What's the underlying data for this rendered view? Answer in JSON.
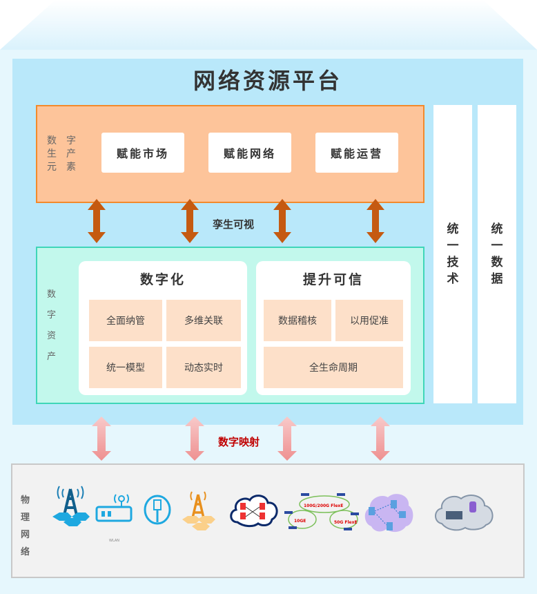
{
  "title": "网络资源平台",
  "elements": {
    "label_col1": [
      "数",
      "生",
      "元"
    ],
    "label_col2": [
      "字",
      "产",
      "素"
    ],
    "buttons": [
      "赋能市场",
      "赋能网络",
      "赋能运营"
    ]
  },
  "twin_label": "孪生可视",
  "assets": {
    "label": [
      "数",
      "字",
      "资",
      "产"
    ],
    "digitize": {
      "title": "数字化",
      "items": [
        "全面纳管",
        "多维关联",
        "统一模型",
        "动态实时"
      ]
    },
    "trust": {
      "title": "提升可信",
      "items": [
        "数据稽核",
        "以用促准",
        "全生命周期"
      ]
    }
  },
  "side": {
    "tech": [
      "统",
      "一",
      "技",
      "术"
    ],
    "data": [
      "统",
      "一",
      "数",
      "据"
    ]
  },
  "mapping_label": "数字映射",
  "physical": {
    "label": [
      "物",
      "理",
      "网",
      "络"
    ],
    "icon_texts": {
      "wlan": "WLAN",
      "flexe_big": "100G/200G FlexE",
      "ge10": "10GE",
      "flexe50": "50G FlexE"
    }
  },
  "colors": {
    "platform": "#b9e8fa",
    "elements_fill": "#fdc49a",
    "elements_border": "#f38a2b",
    "assets_fill": "#c2f8ec",
    "assets_border": "#3fd6b8",
    "twin_arrow": "#c55a11",
    "map_arrow": "#f4a6a6",
    "mapping_text": "#c00000"
  }
}
